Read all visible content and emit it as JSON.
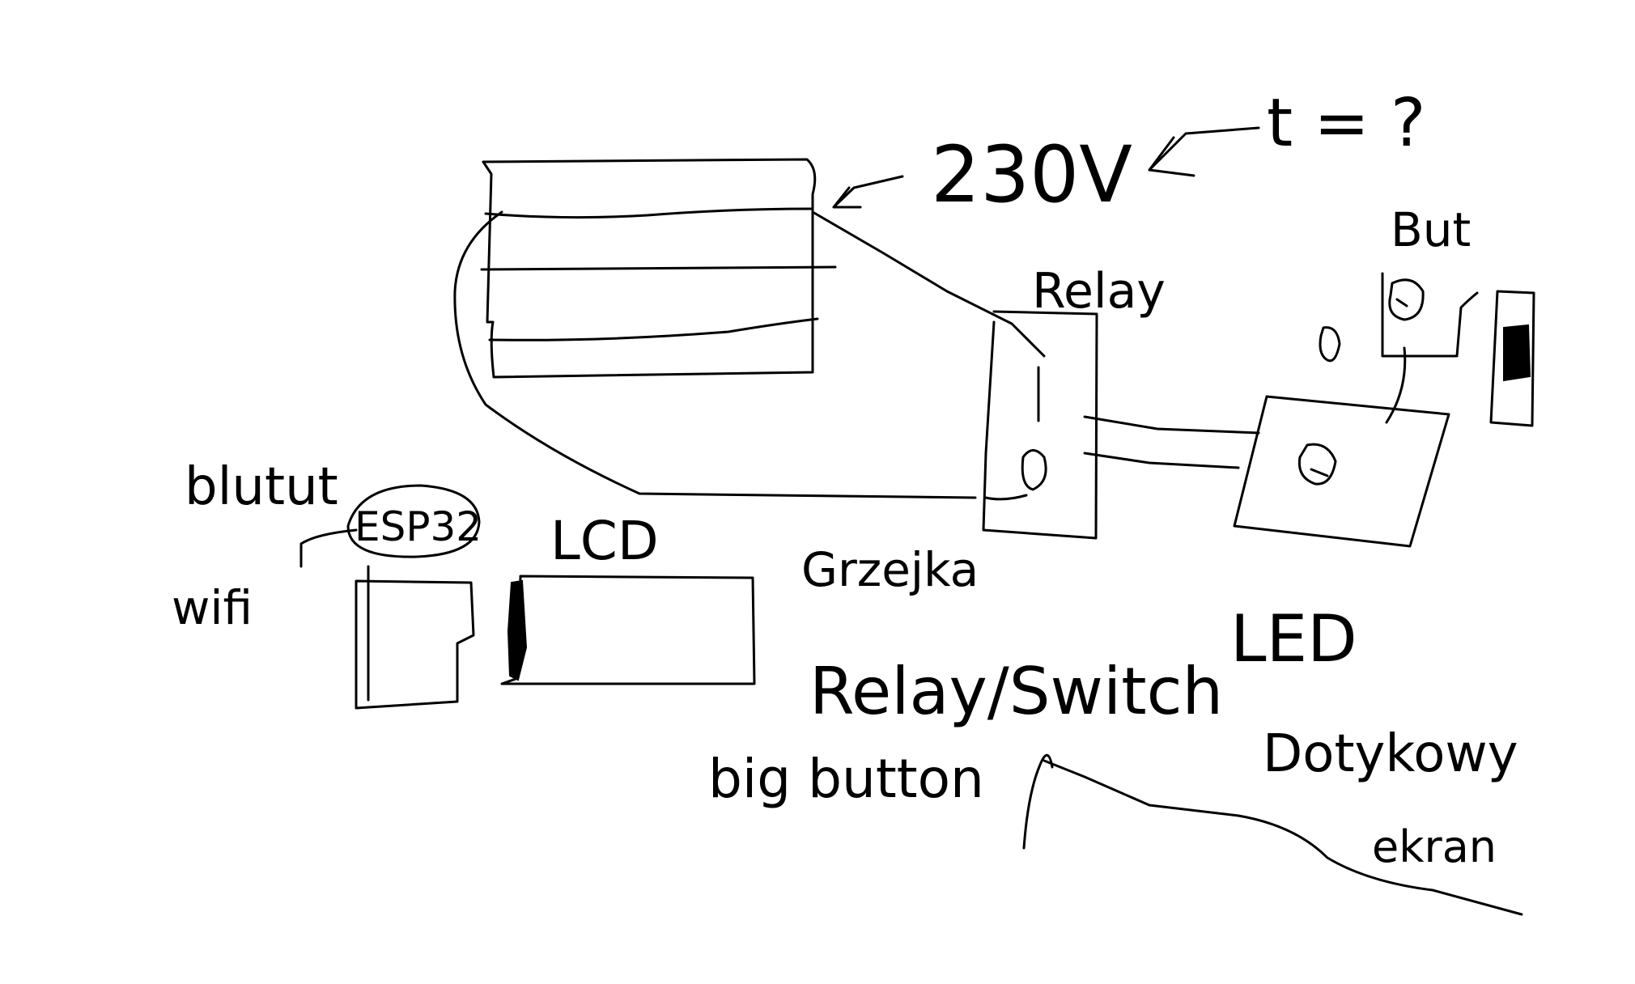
{
  "colors": {
    "background": "#ffffff",
    "ink": "#000000"
  },
  "labels": {
    "voltage": "230V",
    "time_question": "t = ?",
    "button_short": "But",
    "relay": "Relay",
    "bluetooth": "blutut",
    "wifi": "wifi",
    "esp": "ESP32",
    "lcd": "LCD",
    "heater": "Grzejka",
    "led": "LED",
    "relay_switch": "Relay/Switch",
    "big_button": "big button",
    "touch_screen_line1": "Dotykowy",
    "touch_screen_line2": "ekran"
  }
}
